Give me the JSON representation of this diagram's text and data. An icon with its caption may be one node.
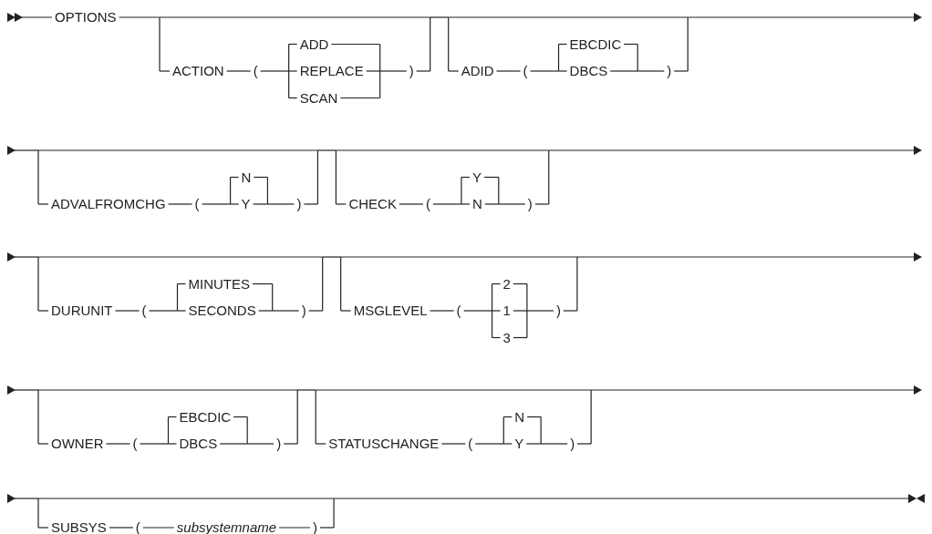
{
  "diagram": {
    "labels": [
      "OPTIONS",
      "ACTION",
      "(",
      "ADD",
      "REPLACE",
      "SCAN",
      ")",
      "ADID",
      "(",
      "EBCDIC",
      "DBCS",
      ")",
      "ADVALFROMCHG",
      "(",
      "N",
      "Y",
      ")",
      "CHECK",
      "(",
      "Y",
      "N",
      ")",
      "DURUNIT",
      "(",
      "MINUTES",
      "SECONDS",
      ")",
      "MSGLEVEL",
      "(",
      "2",
      "1",
      "3",
      ")",
      "OWNER",
      "(",
      "EBCDIC",
      "DBCS",
      ")",
      "STATUSCHANGE",
      "(",
      "N",
      "Y",
      ")",
      "SUBSYS",
      "(",
      "subsystemname",
      ")"
    ]
  }
}
